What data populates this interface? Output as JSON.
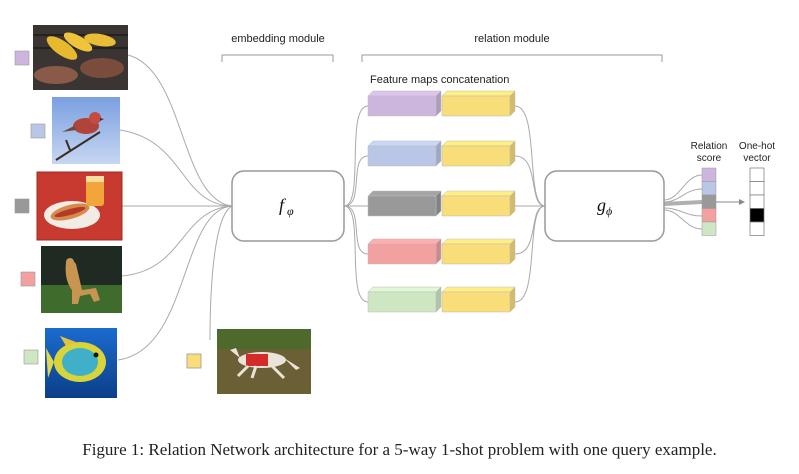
{
  "embedding_label": "embedding module",
  "relation_label": "relation module",
  "feature_maps_label": "Feature maps concatenation",
  "f_symbol": "f",
  "f_subscript": "φ",
  "g_symbol": "g",
  "g_subscript": "ϕ",
  "relation_score_line1": "Relation",
  "relation_score_line2": "score",
  "onehot_line1": "One-hot",
  "onehot_line2": "vector",
  "caption": "Figure 1: Relation Network architecture for a 5-way 1-shot problem with one query example.",
  "colors": {
    "class1": "#cdb6de",
    "class2": "#b9c6e6",
    "class3": "#999999",
    "class4": "#f2a0a0",
    "class5": "#cfe6c3",
    "query": "#f8dd78",
    "onehot_active": "#000000"
  },
  "images": [
    {
      "name": "grilled-corn-image",
      "icon": "food-photo"
    },
    {
      "name": "bird-image",
      "icon": "bird-photo"
    },
    {
      "name": "hotdog-image",
      "icon": "hotdog-photo"
    },
    {
      "name": "dog-image",
      "icon": "dog-photo"
    },
    {
      "name": "fish-image",
      "icon": "fish-photo"
    },
    {
      "name": "query-dog-image",
      "icon": "running-dog-photo"
    }
  ],
  "onehot_active_index": 4
}
